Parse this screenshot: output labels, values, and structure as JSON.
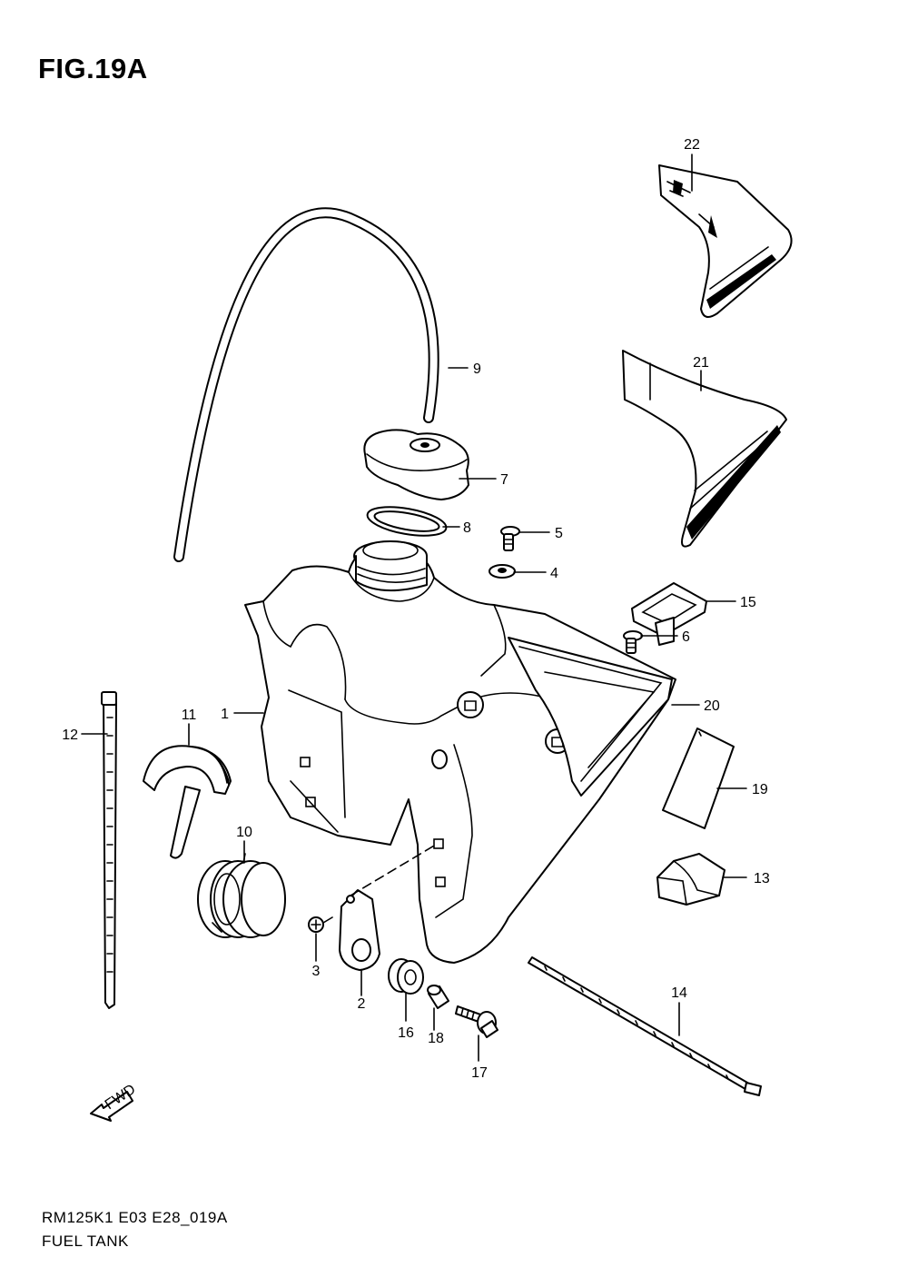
{
  "figure": {
    "title": "FIG.19A",
    "code": "RM125K1 E03 E28_019A",
    "name": "FUEL TANK"
  },
  "fwd_label": "FWD",
  "callouts": [
    "1",
    "2",
    "3",
    "4",
    "5",
    "6",
    "7",
    "8",
    "9",
    "10",
    "11",
    "12",
    "13",
    "14",
    "15",
    "16",
    "17",
    "18",
    "19",
    "20",
    "21",
    "22"
  ]
}
